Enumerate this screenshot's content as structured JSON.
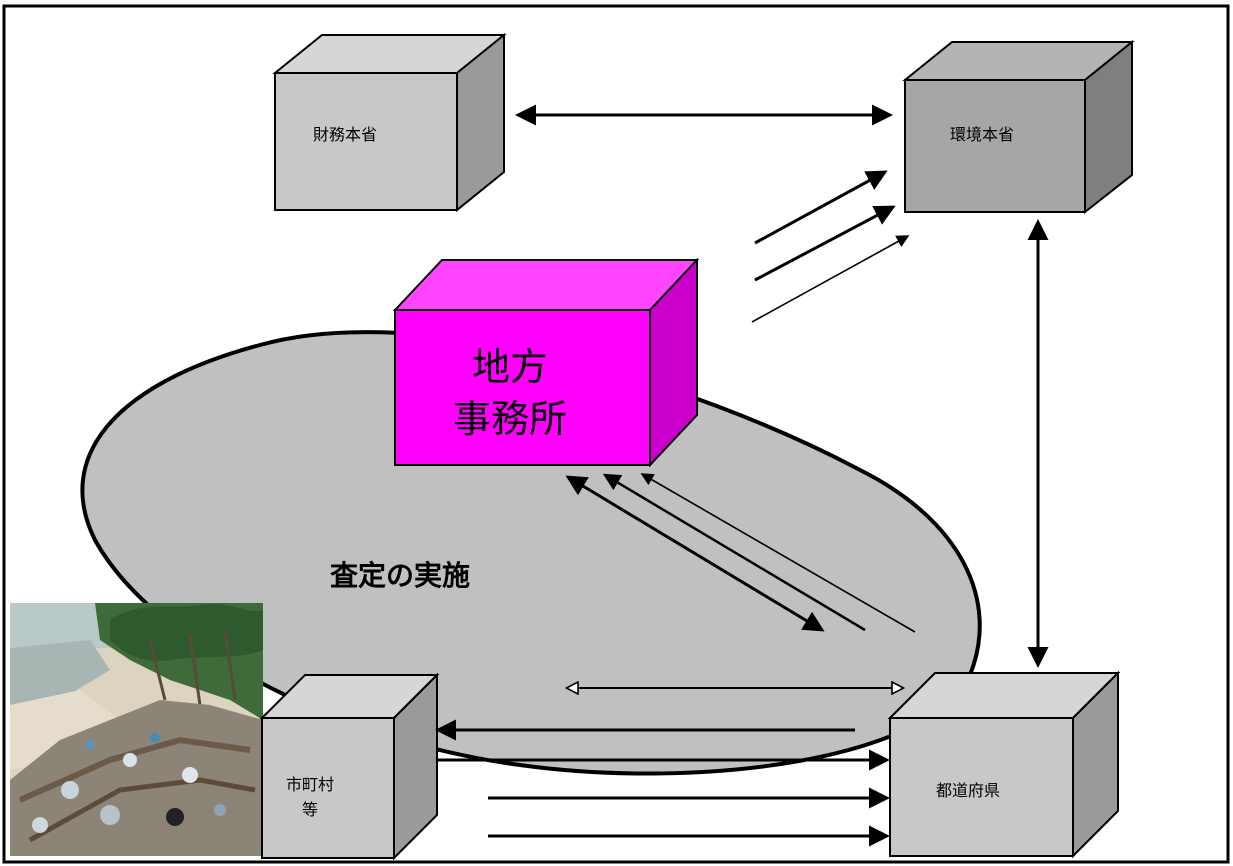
{
  "nodes": {
    "finance": {
      "label": "財務本省"
    },
    "env": {
      "label": "環境本省"
    },
    "regional": {
      "line1": "地方",
      "line2": "事務所"
    },
    "municipal": {
      "line1": "市町村",
      "line2": "等"
    },
    "prefecture": {
      "label": "都道府県"
    }
  },
  "region": {
    "label": "査定の実施"
  },
  "photo": {
    "subject": "beach debris"
  },
  "colors": {
    "regional_front": "#ff00ff",
    "regional_top": "#ff44ff",
    "regional_side": "#cc00cc",
    "light_box": "#c8c8c8",
    "dark_box": "#a6a6a6",
    "ellipse": "#c0c0c0"
  }
}
